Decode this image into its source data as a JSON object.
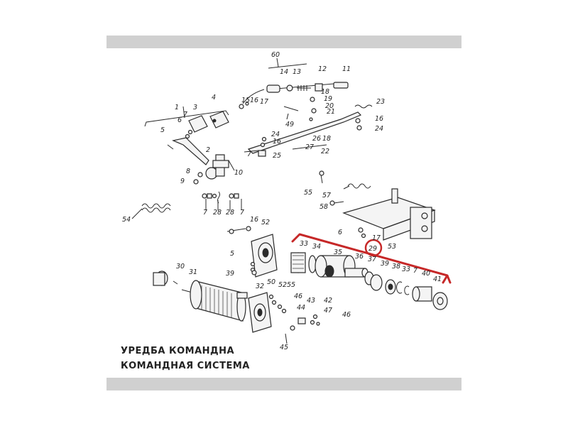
{
  "caption": {
    "line1": "УРЕДБА КОМАНДНА",
    "line2": "КОМАНДНАЯ СИСТЕМА"
  },
  "highlight": {
    "label": "29",
    "color": "#c62828"
  },
  "callouts": [
    {
      "id": "c60",
      "text": "60"
    },
    {
      "id": "c1",
      "text": "1"
    },
    {
      "id": "c2",
      "text": "2"
    },
    {
      "id": "c3",
      "text": "3"
    },
    {
      "id": "c4",
      "text": "4"
    },
    {
      "id": "c5a",
      "text": "5"
    },
    {
      "id": "c6a",
      "text": "6"
    },
    {
      "id": "c7a",
      "text": "7"
    },
    {
      "id": "c8",
      "text": "8"
    },
    {
      "id": "c9",
      "text": "9"
    },
    {
      "id": "c10",
      "text": "10"
    },
    {
      "id": "c11",
      "text": "11"
    },
    {
      "id": "c12",
      "text": "12"
    },
    {
      "id": "c13",
      "text": "13"
    },
    {
      "id": "c14",
      "text": "14"
    },
    {
      "id": "c15",
      "text": "15"
    },
    {
      "id": "c16a",
      "text": "16"
    },
    {
      "id": "c17a",
      "text": "17"
    },
    {
      "id": "c18a",
      "text": "18"
    },
    {
      "id": "c19",
      "text": "19"
    },
    {
      "id": "c20",
      "text": "20"
    },
    {
      "id": "c21",
      "text": "21"
    },
    {
      "id": "c49",
      "text": "49"
    },
    {
      "id": "c23",
      "text": "23"
    },
    {
      "id": "c16b",
      "text": "16"
    },
    {
      "id": "c24a",
      "text": "24"
    },
    {
      "id": "c24b",
      "text": "24"
    },
    {
      "id": "c16c",
      "text": "16"
    },
    {
      "id": "c7b",
      "text": "7"
    },
    {
      "id": "c25",
      "text": "25"
    },
    {
      "id": "c26",
      "text": "26"
    },
    {
      "id": "c18b",
      "text": "18"
    },
    {
      "id": "c27",
      "text": "27"
    },
    {
      "id": "c22",
      "text": "22"
    },
    {
      "id": "c7c",
      "text": "7"
    },
    {
      "id": "c28a",
      "text": "28"
    },
    {
      "id": "c28b",
      "text": "28"
    },
    {
      "id": "c7d",
      "text": "7"
    },
    {
      "id": "c54",
      "text": "54"
    },
    {
      "id": "c55a",
      "text": "55"
    },
    {
      "id": "c57",
      "text": "57"
    },
    {
      "id": "c58",
      "text": "58"
    },
    {
      "id": "c6b",
      "text": "6"
    },
    {
      "id": "c17b",
      "text": "17"
    },
    {
      "id": "c53",
      "text": "53"
    },
    {
      "id": "c16d",
      "text": "16"
    },
    {
      "id": "c52a",
      "text": "52"
    },
    {
      "id": "c5b",
      "text": "5"
    },
    {
      "id": "c33",
      "text": "33"
    },
    {
      "id": "c34",
      "text": "34"
    },
    {
      "id": "c35",
      "text": "35"
    },
    {
      "id": "c36",
      "text": "36"
    },
    {
      "id": "c37",
      "text": "37"
    },
    {
      "id": "c39",
      "text": "39"
    },
    {
      "id": "c38",
      "text": "38"
    },
    {
      "id": "c33b",
      "text": "33"
    },
    {
      "id": "c7e",
      "text": "7"
    },
    {
      "id": "c40",
      "text": "40"
    },
    {
      "id": "c41",
      "text": "41"
    },
    {
      "id": "c30",
      "text": "30"
    },
    {
      "id": "c31",
      "text": "31"
    },
    {
      "id": "c39b",
      "text": "39"
    },
    {
      "id": "c32",
      "text": "32"
    },
    {
      "id": "c50",
      "text": "50"
    },
    {
      "id": "c52b",
      "text": "52"
    },
    {
      "id": "c55b",
      "text": "55"
    },
    {
      "id": "c46a",
      "text": "46"
    },
    {
      "id": "c44",
      "text": "44"
    },
    {
      "id": "c42",
      "text": "42"
    },
    {
      "id": "c43",
      "text": "43"
    },
    {
      "id": "c47",
      "text": "47"
    },
    {
      "id": "c46b",
      "text": "46"
    },
    {
      "id": "c45",
      "text": "45"
    }
  ]
}
